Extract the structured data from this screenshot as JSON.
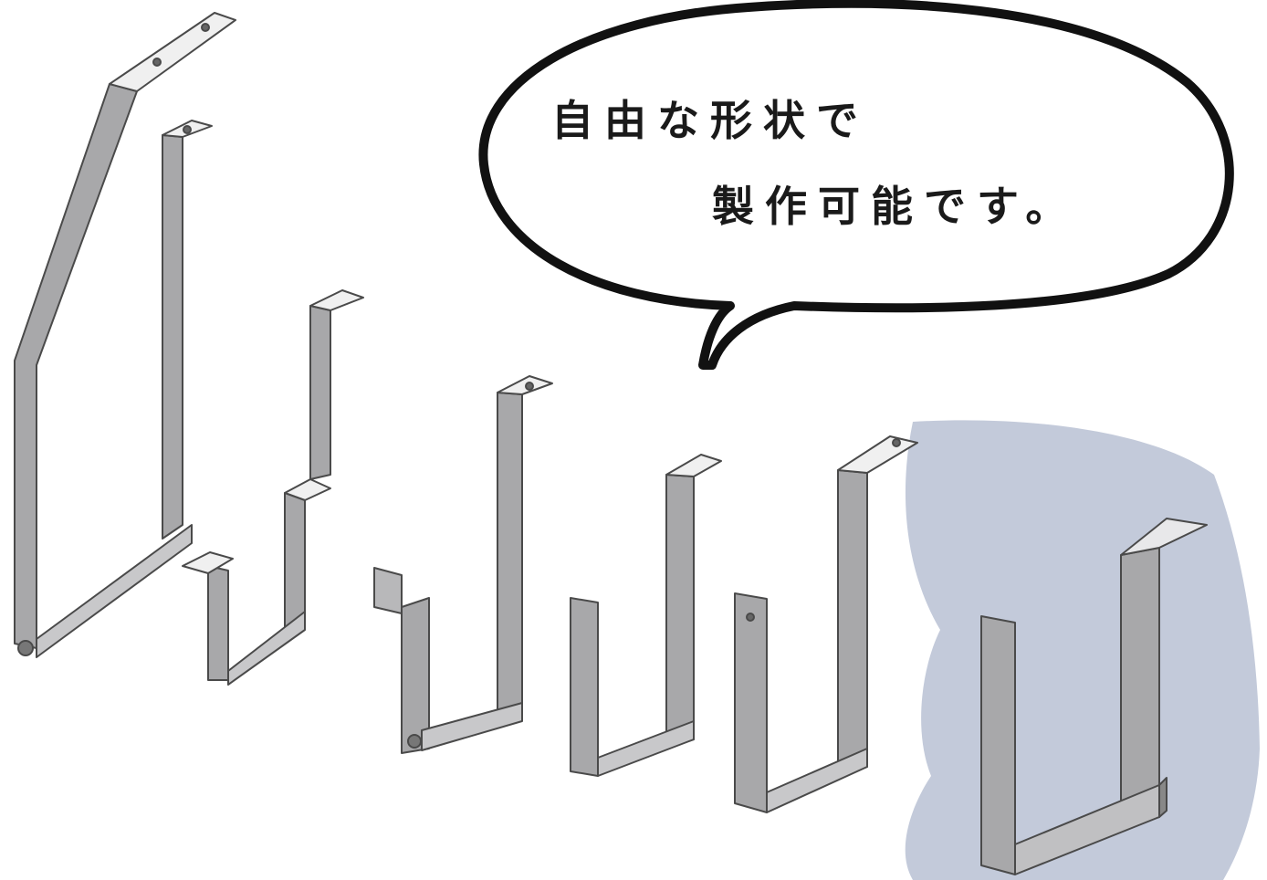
{
  "speech_bubble": {
    "line1": "自由な形状で",
    "line2": "製作可能です。"
  },
  "colors": {
    "metal_front": "#a8a8aa",
    "metal_side": "#c8c8ca",
    "metal_top": "#f0f0f0",
    "outline": "#4a4a4a",
    "shadow_blob": "#c3cada",
    "bubble_stroke": "#111111",
    "text": "#1a1a1a"
  },
  "brackets": [
    {
      "name": "bracket-tall-angled"
    },
    {
      "name": "bracket-tall-straight"
    },
    {
      "name": "bracket-step-offset"
    },
    {
      "name": "bracket-hook-tab"
    },
    {
      "name": "bracket-plain-u"
    },
    {
      "name": "bracket-u-with-hole"
    },
    {
      "name": "bracket-wide-u"
    }
  ]
}
